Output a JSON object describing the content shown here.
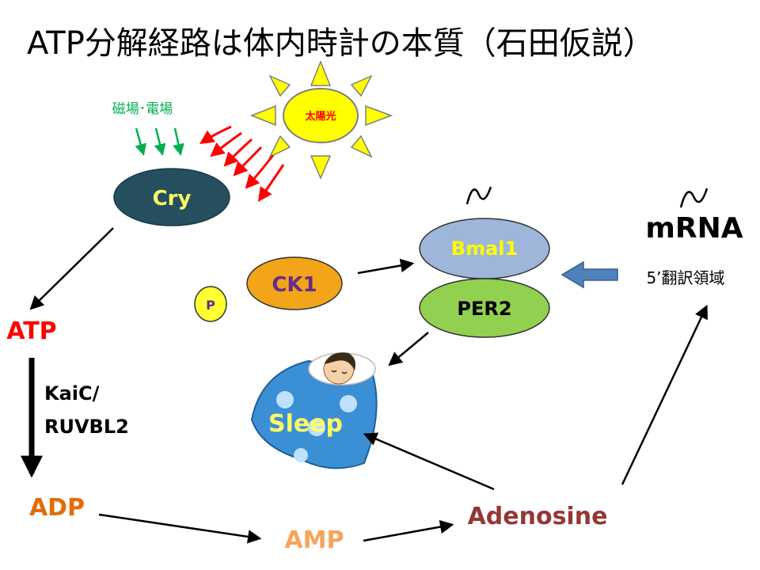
{
  "title": "ATP分解経路は体内時計の本質（石田仮説）",
  "sun_label": "太陽光",
  "magnetic_label": "磁場･電場",
  "nodes": {
    "cry": "Cry",
    "ck1": "CK1",
    "p": "P",
    "bmal1": "Bmal1",
    "per2": "PER2",
    "sleep": "Sleep",
    "atp": "ATP",
    "kaic": "KaiC/\nRUVBL2",
    "adp": "ADP",
    "amp": "AMP",
    "adenosine": "Adenosine",
    "mrna": "mRNA",
    "utr": "5’翻訳領域"
  },
  "colors": {
    "cry_fill": "#254f5f",
    "cry_text": "#ffff66",
    "ck1_fill": "#f2a518",
    "ck1_text": "#6a2a8a",
    "p_fill": "#ffff33",
    "p_text": "#6a2a8a",
    "bmal1_fill": "#9db6d9",
    "bmal1_text": "#ffff00",
    "per2_fill": "#92d050",
    "atp": "#ff0000",
    "adp": "#e36c09",
    "amp": "#f7a45a",
    "adenosine": "#953735",
    "sun_fill": "#ffff00",
    "magnetic": "#00b050",
    "sunray": "#ff0000",
    "block_arrow": "#4f81bd"
  }
}
